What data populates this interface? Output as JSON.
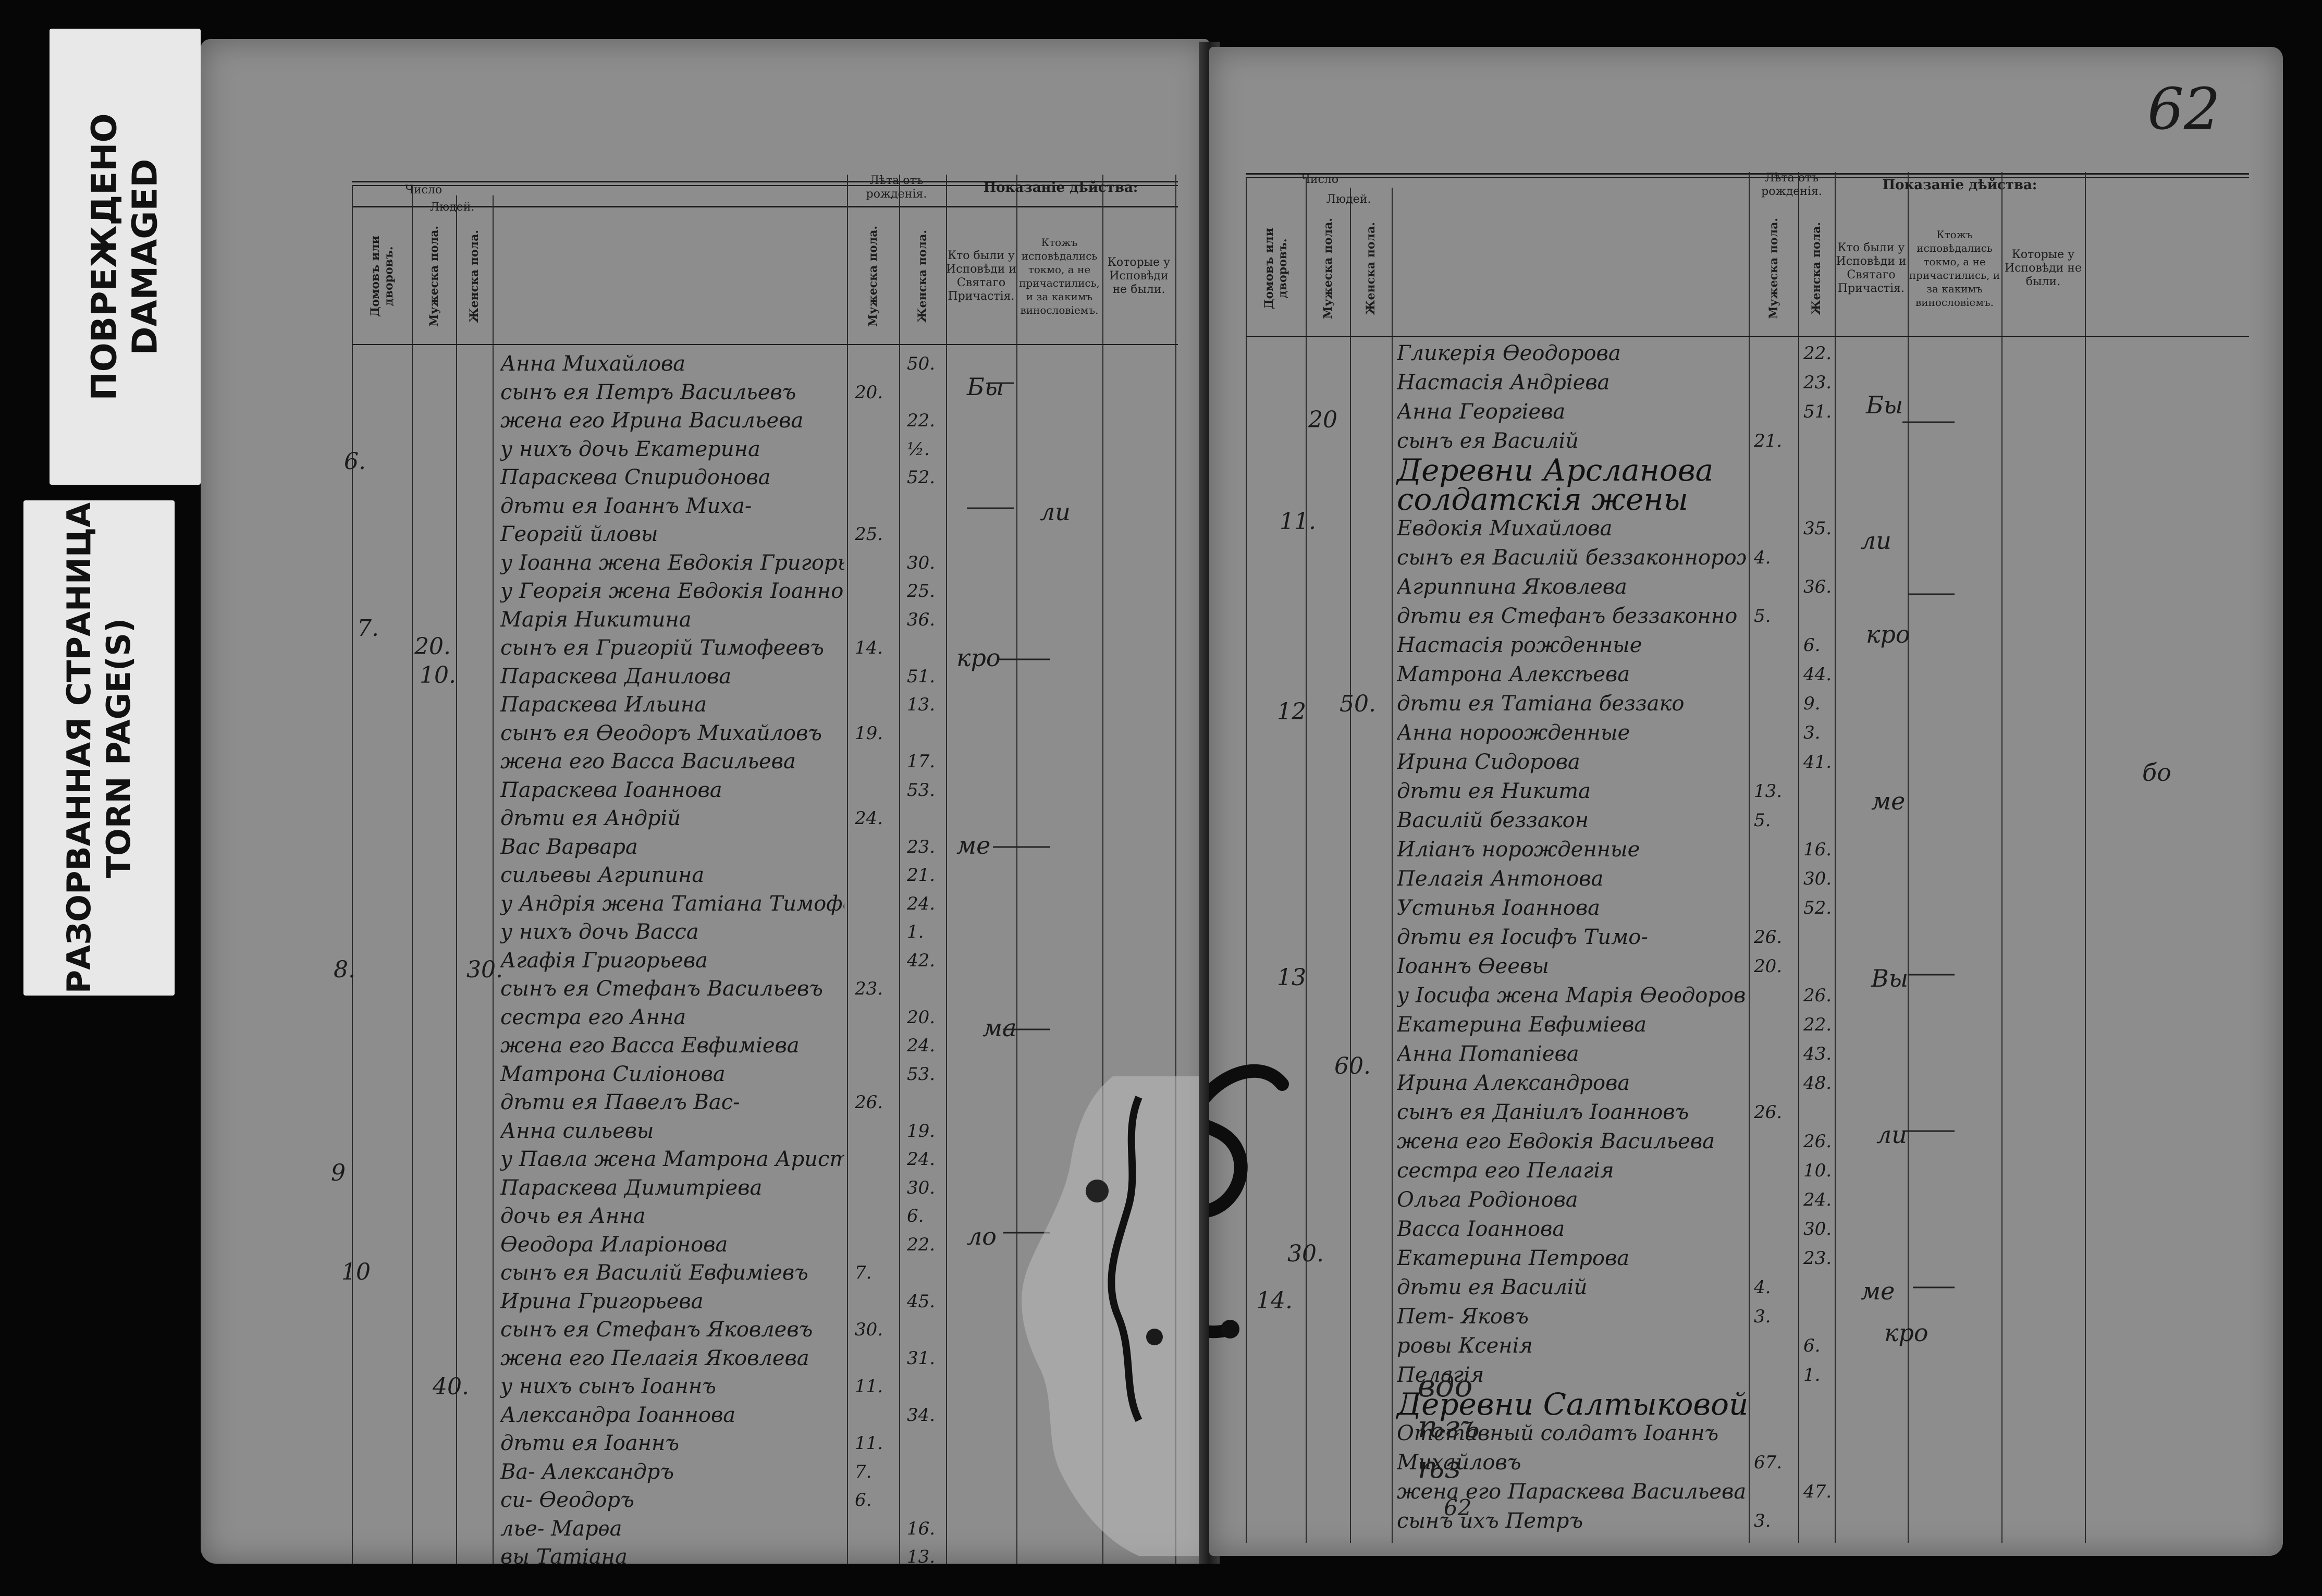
{
  "labels": {
    "damaged_ru": "ПОВРЕЖДЕНО",
    "damaged_en": "DAMAGED",
    "torn_ru": "РАЗОРВАННАЯ СТРАНИЦА",
    "torn_en": "TORN PAGE(S)"
  },
  "page_number": "62",
  "header": {
    "chislo": "Число",
    "lyudei": "Людей.",
    "domov": "Домовъ или дворовъ.",
    "muzh": "Мужеска пола.",
    "zhen": "Женска пола.",
    "leta": "Лѣта отъ рожденія.",
    "muzh_leta": "Мужеска пола.",
    "zhen_leta": "Женска пола.",
    "pokazanie": "Показаніе дѣйства:",
    "col1": "Кто были у Исповѣди и Святаго Причастія.",
    "col2": "Ктожъ исповѣдались токмо, а не причастились, и за какимъ винословіемъ.",
    "col3": "Которые у Исповѣди не были."
  },
  "left_page": {
    "house_numbers": [
      "6.",
      "7.",
      "8.",
      "9",
      "10"
    ],
    "male_numbers": [
      "10."
    ],
    "female_numbers": [
      "20.",
      "30.",
      "40."
    ],
    "entries": [
      {
        "name": "Анна Михайлова",
        "m": "",
        "f": "50."
      },
      {
        "name": "сынъ ея Петръ Васильевъ",
        "m": "20.",
        "f": ""
      },
      {
        "name": "жена его Ирина Васильева",
        "m": "",
        "f": "22."
      },
      {
        "name": "у нихъ дочь Екатерина",
        "m": "",
        "f": "½."
      },
      {
        "name": "Параскева Спиридонова",
        "m": "",
        "f": "52."
      },
      {
        "name": "дѣти ея Іоаннъ Миха-",
        "m": "",
        "f": ""
      },
      {
        "name": "Георгій йловы",
        "m": "25.",
        "f": ""
      },
      {
        "name": "у Іоанна жена Евдокія Григорьева",
        "m": "",
        "f": "30."
      },
      {
        "name": "у Георгія жена Евдокія Іоаннова",
        "m": "",
        "f": "25."
      },
      {
        "name": "Марія Никитина",
        "m": "",
        "f": "36."
      },
      {
        "name": "сынъ ея Григорій Тимофеевъ",
        "m": "14.",
        "f": ""
      },
      {
        "name": "Параскева Данилова",
        "m": "",
        "f": "51."
      },
      {
        "name": "Параскева Ильина",
        "m": "",
        "f": "13."
      },
      {
        "name": "сынъ ея Өеодоръ Михайловъ",
        "m": "19.",
        "f": ""
      },
      {
        "name": "жена его Васса Васильева",
        "m": "",
        "f": "17."
      },
      {
        "name": "Параскева Іоаннова",
        "m": "",
        "f": "53."
      },
      {
        "name": "дѣти ея Андрій",
        "m": "24.",
        "f": ""
      },
      {
        "name": "Вас Варвара",
        "m": "",
        "f": "23."
      },
      {
        "name": "сильевы Агрипина",
        "m": "",
        "f": "21."
      },
      {
        "name": "у Андрія жена Татіана Тимофеева",
        "m": "",
        "f": "24."
      },
      {
        "name": "у нихъ дочь Васса",
        "m": "",
        "f": "1."
      },
      {
        "name": "Агафія Григорьева",
        "m": "",
        "f": "42."
      },
      {
        "name": "сынъ ея Стефанъ Васильевъ",
        "m": "23.",
        "f": ""
      },
      {
        "name": "сестра его Анна",
        "m": "",
        "f": "20."
      },
      {
        "name": "жена его Васса Евфиміева",
        "m": "",
        "f": "24."
      },
      {
        "name": "Матрона Силіонова",
        "m": "",
        "f": "53."
      },
      {
        "name": "дѣти ея Павелъ Вас-",
        "m": "26.",
        "f": ""
      },
      {
        "name": "Анна сильевы",
        "m": "",
        "f": "19."
      },
      {
        "name": "у Павла жена Матрона Аристархова",
        "m": "",
        "f": "24."
      },
      {
        "name": "Параскева Димитріева",
        "m": "",
        "f": "30."
      },
      {
        "name": "дочь ея Анна",
        "m": "",
        "f": "6."
      },
      {
        "name": "Өеодора Иларіонова",
        "m": "",
        "f": "22."
      },
      {
        "name": "сынъ ея Василій Евфиміевъ",
        "m": "7.",
        "f": ""
      },
      {
        "name": "Ирина Григорьева",
        "m": "",
        "f": "45."
      },
      {
        "name": "сынъ ея Стефанъ Яковлевъ",
        "m": "30.",
        "f": ""
      },
      {
        "name": "жена его Пелагія Яковлева",
        "m": "",
        "f": "31."
      },
      {
        "name": "у нихъ сынъ Іоаннъ",
        "m": "11.",
        "f": ""
      },
      {
        "name": "Александра Іоаннова",
        "m": "",
        "f": "34."
      },
      {
        "name": "дѣти ея Іоаннъ",
        "m": "11.",
        "f": ""
      },
      {
        "name": "Ва- Александръ",
        "m": "7.",
        "f": ""
      },
      {
        "name": "си- Өеодоръ",
        "m": "6.",
        "f": ""
      },
      {
        "name": "лье- Марѳа",
        "m": "",
        "f": "16."
      },
      {
        "name": "вы Татіана",
        "m": "",
        "f": "13."
      }
    ],
    "marks": [
      "Бы",
      "ли",
      "кро",
      "ме",
      "ма",
      "ло"
    ]
  },
  "right_page": {
    "house_numbers": [
      "11.",
      "12",
      "13",
      "14."
    ],
    "male_numbers": [
      "20",
      "50.",
      "60.",
      "30."
    ],
    "entries": [
      {
        "name": "Гликерія Өеодорова",
        "m": "",
        "f": "22."
      },
      {
        "name": "Настасія Андріева",
        "m": "",
        "f": "23."
      },
      {
        "name": "Анна Георгіева",
        "m": "",
        "f": "51."
      },
      {
        "name": "сынъ ея Василій",
        "m": "21.",
        "f": ""
      },
      {
        "village": "Деревни Арсланова"
      },
      {
        "village": "солдатскія жены"
      },
      {
        "name": "Евдокія Михайлова",
        "m": "",
        "f": "35."
      },
      {
        "name": "сынъ ея Василій беззаконнорожд.",
        "m": "4.",
        "f": ""
      },
      {
        "name": "Агриппина Яковлева",
        "m": "",
        "f": "36."
      },
      {
        "name": "дѣти ея Стефанъ беззаконно",
        "m": "5.",
        "f": ""
      },
      {
        "name": "Настасія рожденные",
        "m": "",
        "f": "6."
      },
      {
        "name": "Матрона Алексѣева",
        "m": "",
        "f": "44."
      },
      {
        "name": "дѣти ея Татіана беззако",
        "m": "",
        "f": "9."
      },
      {
        "name": "Анна нороожденные",
        "m": "",
        "f": "3."
      },
      {
        "name": "Ирина Сидорова",
        "m": "",
        "f": "41."
      },
      {
        "name": "дѣти ея Никита",
        "m": "13.",
        "f": ""
      },
      {
        "name": "Василій беззакон",
        "m": "5.",
        "f": ""
      },
      {
        "name": "Иліанъ норожденные",
        "m": "",
        "f": "16."
      },
      {
        "name": "Пелагія Антонова",
        "m": "",
        "f": "30."
      },
      {
        "name": "Устинья Іоаннова",
        "m": "",
        "f": "52."
      },
      {
        "name": "дѣти ея Іосифъ Тимо-",
        "m": "26.",
        "f": ""
      },
      {
        "name": "Іоаннъ Өеевы",
        "m": "20.",
        "f": ""
      },
      {
        "name": "у Іосифа жена Марія Өеодорова",
        "m": "",
        "f": "26."
      },
      {
        "name": "Екатерина Евфиміева",
        "m": "",
        "f": "22."
      },
      {
        "name": "Анна Потапіева",
        "m": "",
        "f": "43."
      },
      {
        "name": "Ирина Александрова",
        "m": "",
        "f": "48."
      },
      {
        "name": "сынъ ея Даніилъ Іоанновъ",
        "m": "26.",
        "f": ""
      },
      {
        "name": "жена его Евдокія Васильева",
        "m": "",
        "f": "26."
      },
      {
        "name": "сестра его Пелагія",
        "m": "",
        "f": "10."
      },
      {
        "name": "Ольга Родіонова",
        "m": "",
        "f": "24."
      },
      {
        "name": "Васса Іоаннова",
        "m": "",
        "f": "30."
      },
      {
        "name": "Екатерина Петрова",
        "m": "",
        "f": "23."
      },
      {
        "name": "дѣти ея Василій",
        "m": "4.",
        "f": ""
      },
      {
        "name": "Пет- Яковъ",
        "m": "3.",
        "f": ""
      },
      {
        "name": "ровы Ксенія",
        "m": "",
        "f": "6."
      },
      {
        "name": "Пелагія",
        "m": "",
        "f": "1."
      },
      {
        "village": "Деревни Салтыковой"
      },
      {
        "name": "Отставный солдатъ Іоаннъ",
        "m": "",
        "f": ""
      },
      {
        "name": "Михайловъ",
        "m": "67.",
        "f": ""
      },
      {
        "name": "жена его Параскева Васильева",
        "m": "",
        "f": "47."
      },
      {
        "name": "сынъ ихъ Петръ",
        "m": "3.",
        "f": ""
      }
    ],
    "marks": [
      "Бы",
      "ли",
      "кро",
      "ме",
      "Вы",
      "ли",
      "ме",
      "кро"
    ],
    "side_note": "бо",
    "signatures": [
      "вдо",
      "ѣгъ",
      "ѣз",
      "62"
    ]
  }
}
